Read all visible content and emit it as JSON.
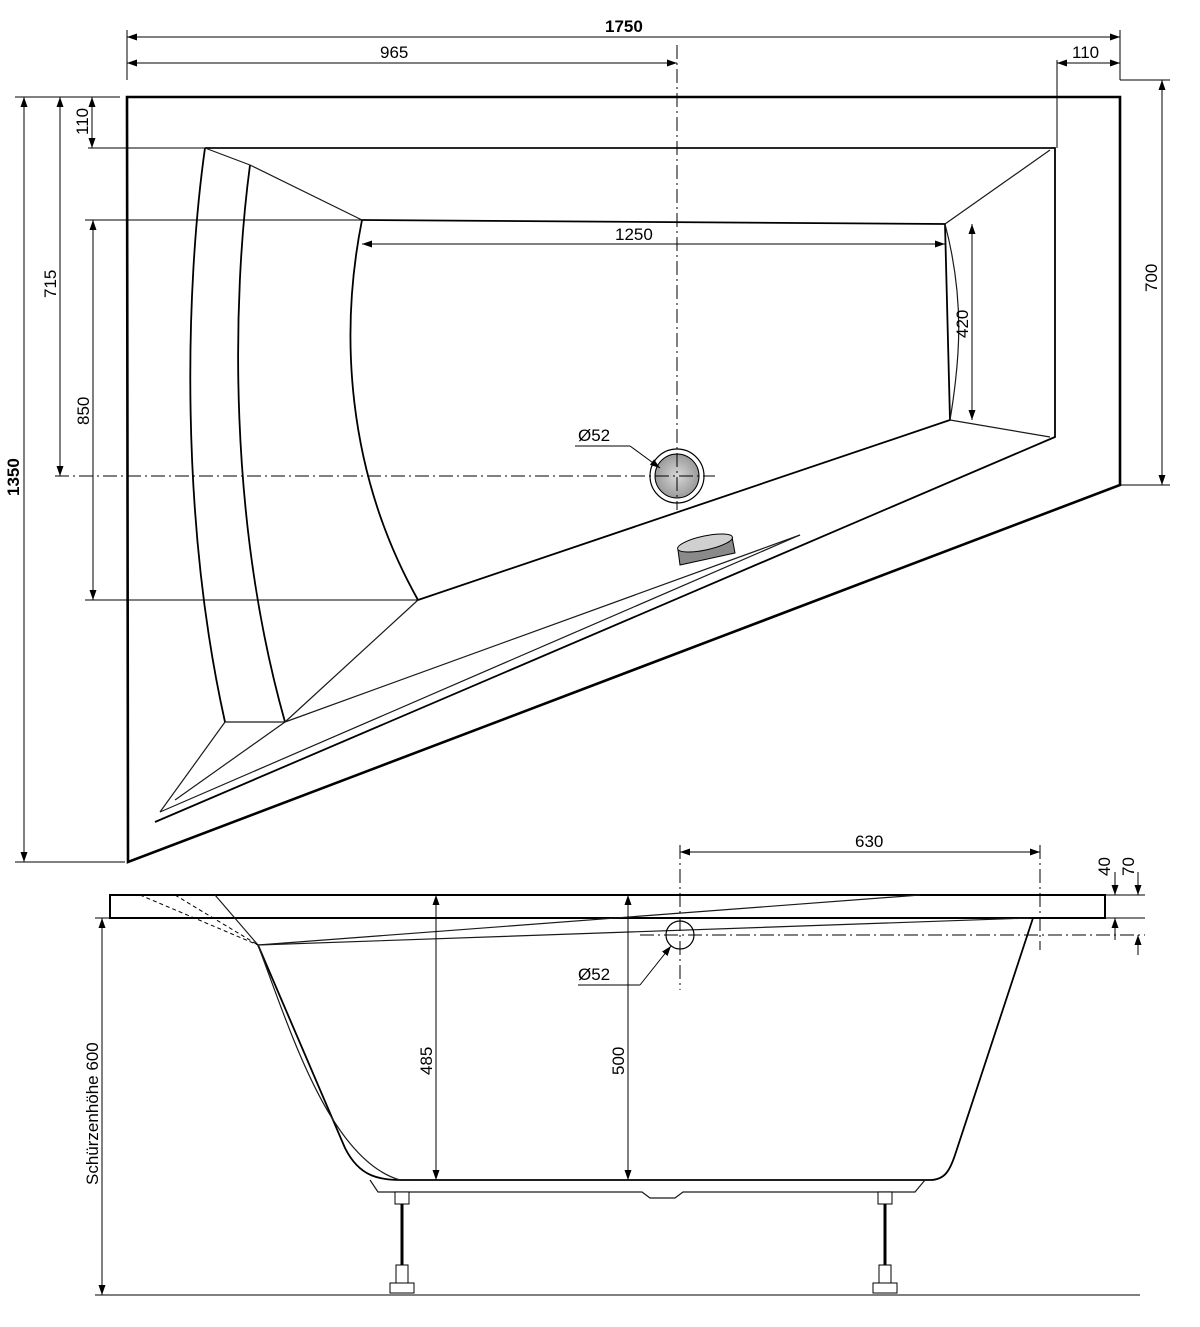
{
  "top_view": {
    "overall_width": "1750",
    "drain_offset_x": "965",
    "rim_right": "110",
    "inner_length": "1250",
    "rim_top": "110",
    "depth_to_drain": "715",
    "overall_depth": "1350",
    "inner_depth_left": "850",
    "inner_depth_right": "420",
    "right_side_depth": "700",
    "drain_diameter": "Ø52"
  },
  "side_view": {
    "drain_to_edge": "630",
    "rim_thickness": "40",
    "overflow_height": "70",
    "inner_depth": "485",
    "water_depth": "500",
    "overflow_diameter": "Ø52",
    "apron_height": "Schürzenhöhe 600"
  }
}
